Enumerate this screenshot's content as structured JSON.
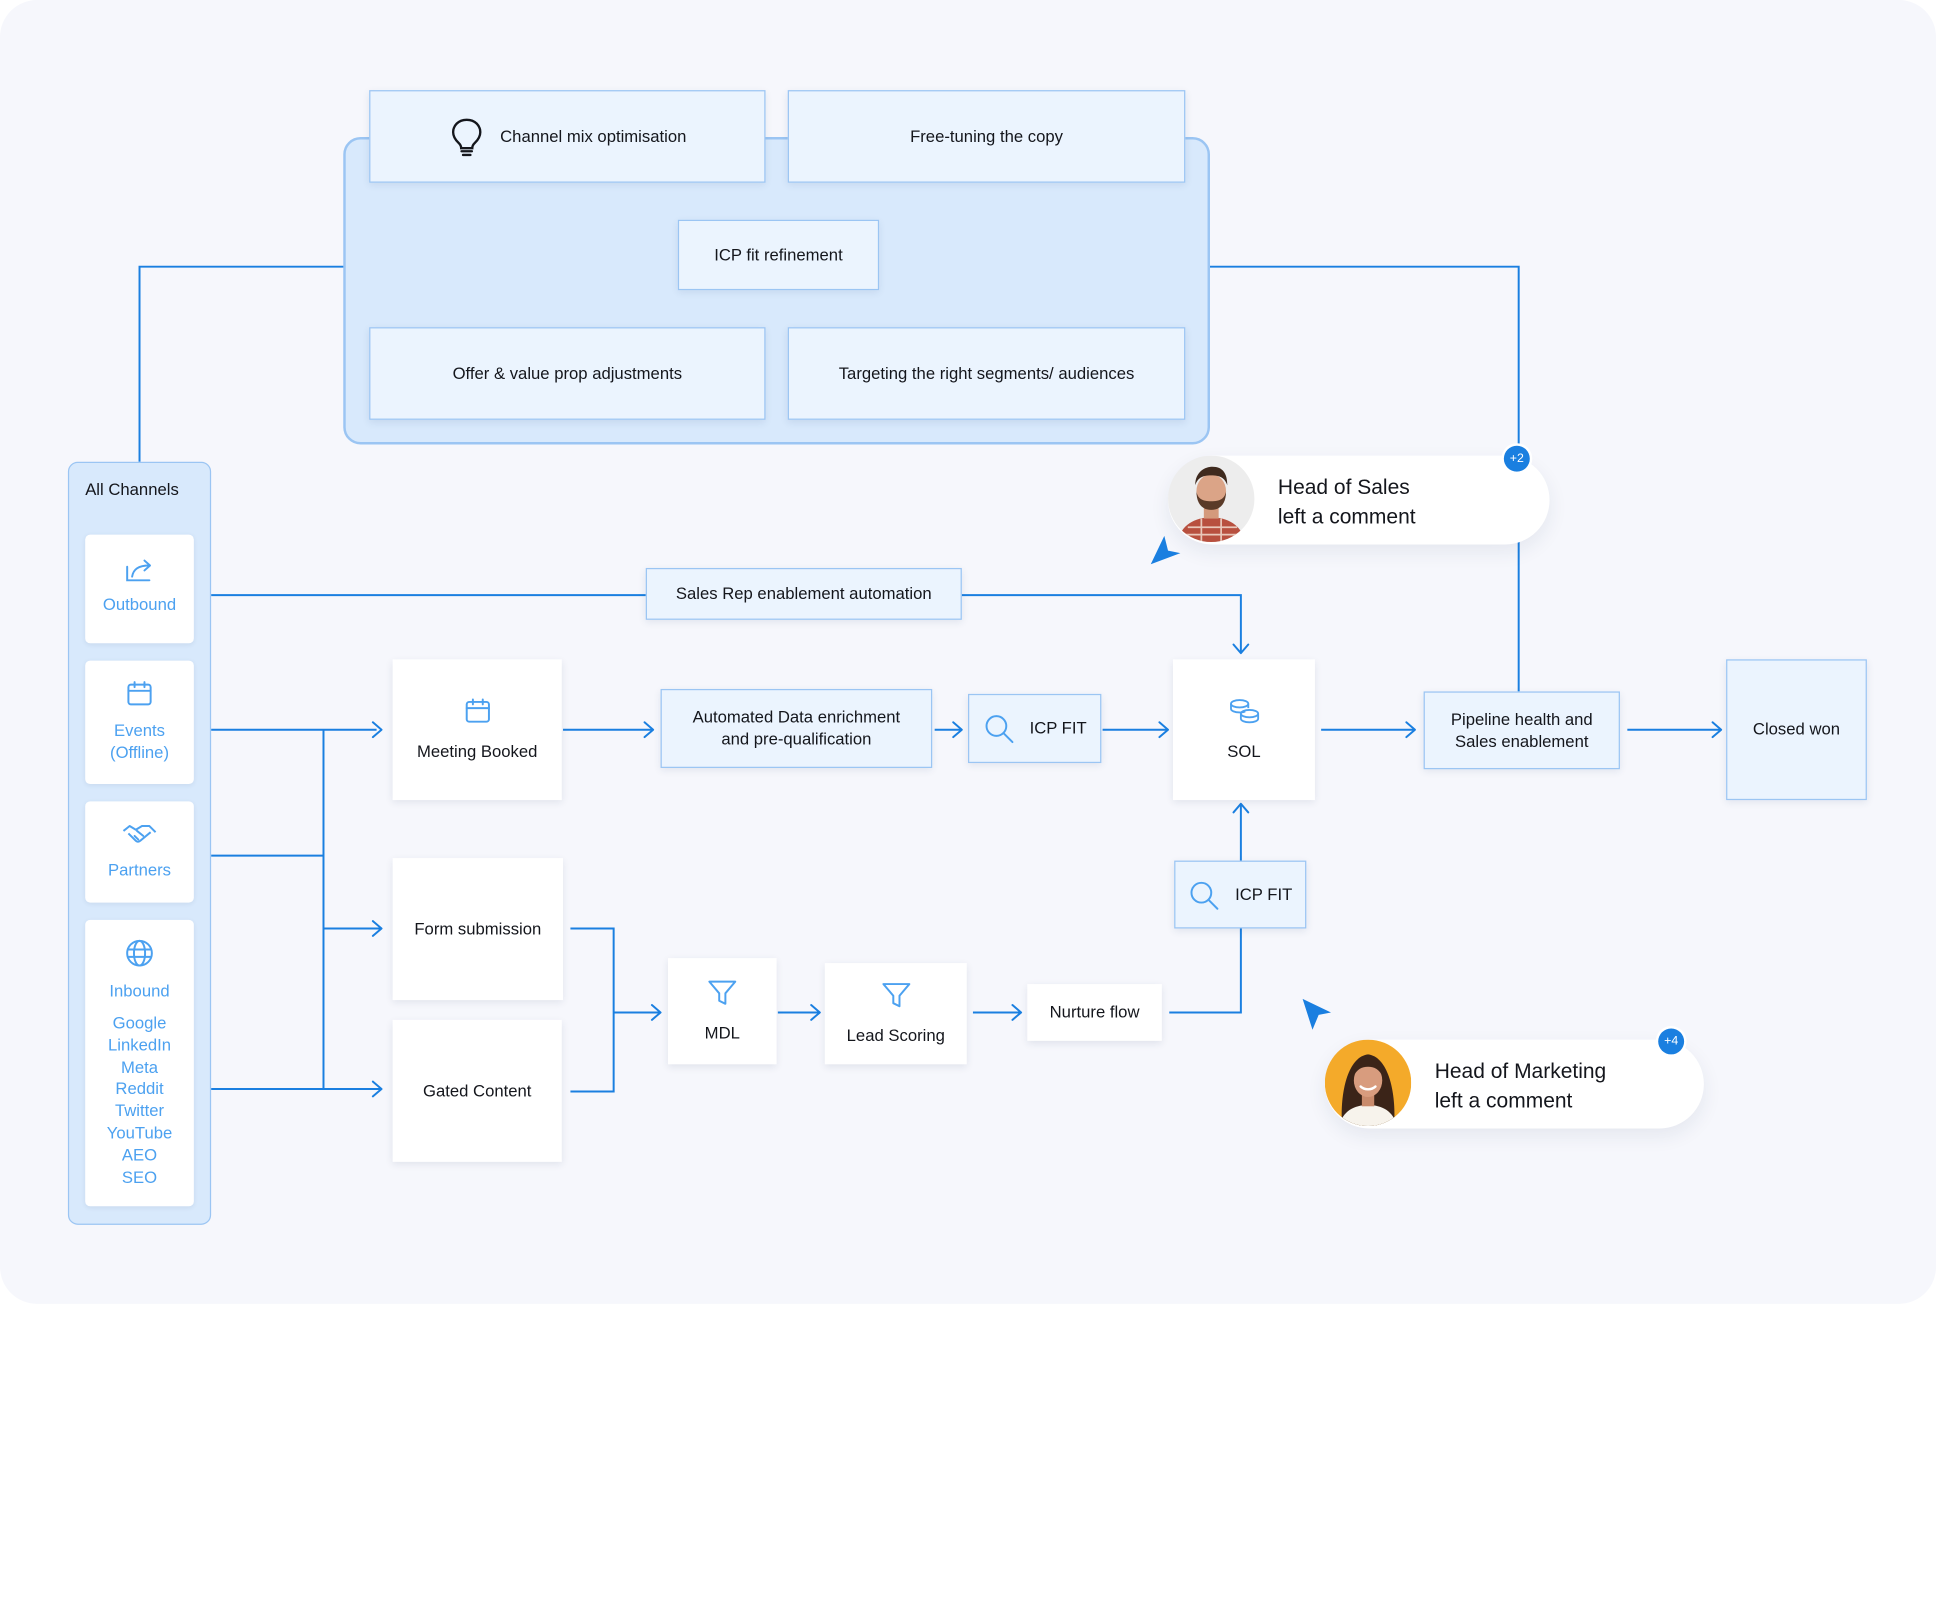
{
  "optimisation": {
    "channel_mix": "Channel mix optimisation",
    "free_tuning": "Free-tuning the copy",
    "icp_refinement": "ICP fit refinement",
    "offer_adjustments": "Offer & value prop adjustments",
    "targeting": "Targeting the right segments/ audiences"
  },
  "channels": {
    "title": "All Channels",
    "outbound": "Outbound",
    "events_line1": "Events",
    "events_line2": "(Offline)",
    "partners": "Partners",
    "inbound": "Inbound",
    "inbound_sources": [
      "Google",
      "LinkedIn",
      "Meta",
      "Reddit",
      "Twitter",
      "YouTube",
      "AEO",
      "SEO"
    ]
  },
  "flow": {
    "sales_rep": "Sales Rep enablement automation",
    "meeting_booked": "Meeting Booked",
    "enrichment_line1": "Automated Data enrichment",
    "enrichment_line2": "and pre-qualification",
    "icp_fit_top": "ICP FIT",
    "sol": "SOL",
    "pipeline_line1": "Pipeline health and",
    "pipeline_line2": "Sales enablement",
    "closed_won": "Closed won",
    "icp_fit_bottom": "ICP FIT",
    "form_submission": "Form submission",
    "gated_content": "Gated Content",
    "mdl": "MDL",
    "lead_scoring": "Lead Scoring",
    "nurture_flow": "Nurture flow"
  },
  "comments": {
    "sales": {
      "line1": "Head of Sales",
      "line2": "left a comment",
      "badge": "+2"
    },
    "marketing": {
      "line1": "Head of Marketing",
      "line2": "left a comment",
      "badge": "+4"
    }
  },
  "colors": {
    "accent": "#1a7fe0",
    "group_fill": "#d8e9fc",
    "box_fill": "#ebf4fe",
    "background": "#f6f7fc"
  },
  "icons": [
    "bulb-icon",
    "share-icon",
    "calendar-icon",
    "handshake-icon",
    "globe-icon",
    "search-icon",
    "coins-icon",
    "funnel-icon",
    "cursor-icon"
  ]
}
